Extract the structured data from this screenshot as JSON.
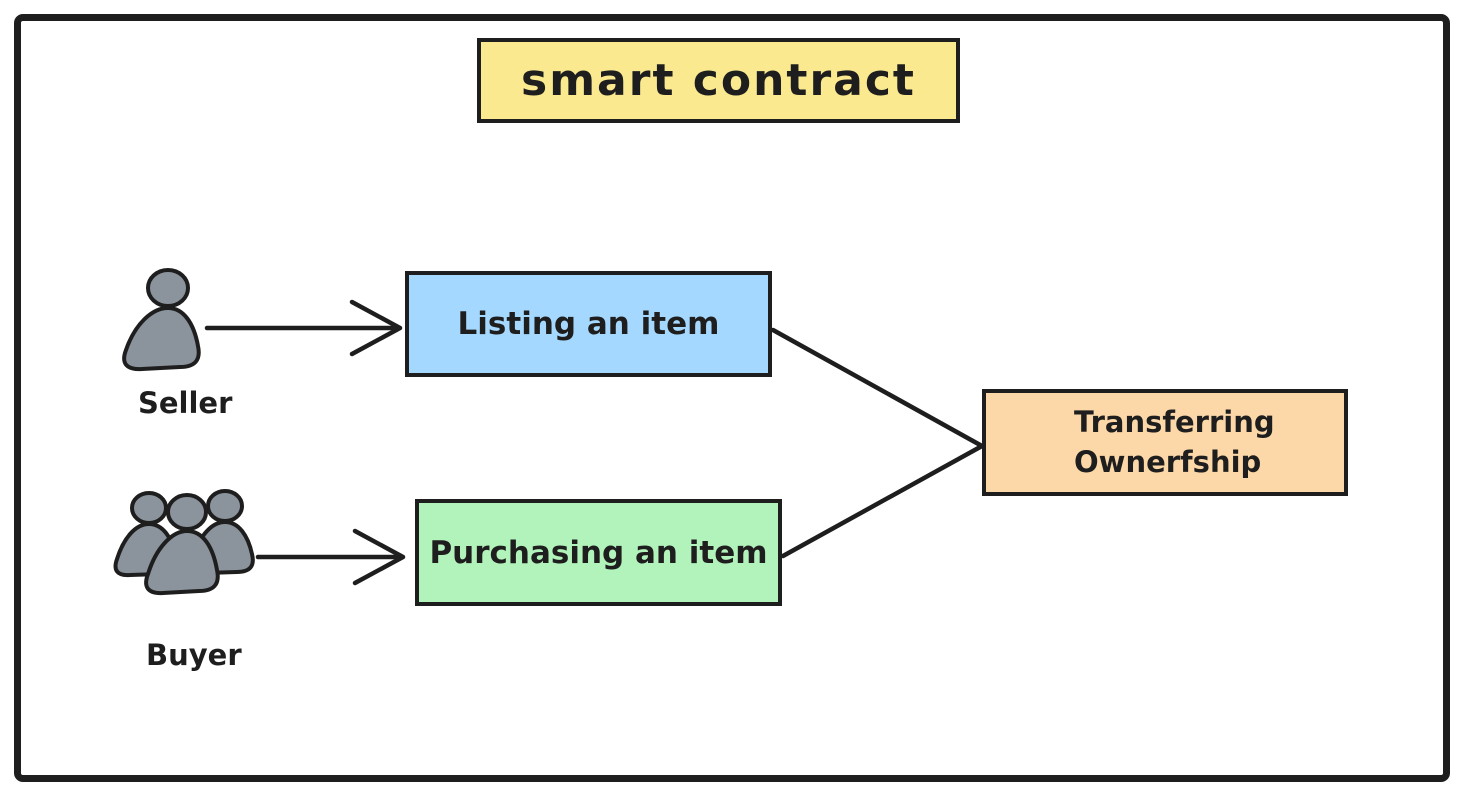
{
  "diagram": {
    "title": "smart contract",
    "actors": [
      {
        "id": "seller",
        "label": "Seller",
        "icon": "person-icon",
        "person_count": 1
      },
      {
        "id": "buyer",
        "label": "Buyer",
        "icon": "people-group-icon",
        "person_count": 3
      }
    ],
    "nodes": [
      {
        "id": "listing",
        "label": "Listing an item"
      },
      {
        "id": "purchasing",
        "label": "Purchasing an item"
      },
      {
        "id": "transferring",
        "label": "Transferring Ownerfship",
        "lines": [
          "Transferring",
          "Ownerfship"
        ]
      }
    ],
    "edges": [
      {
        "from": "Seller",
        "to": "Listing an item",
        "type": "arrow"
      },
      {
        "from": "Buyer",
        "to": "Purchasing an item",
        "type": "arrow"
      },
      {
        "from": "Listing an item",
        "to": "Transferring Ownerfship",
        "type": "line"
      },
      {
        "from": "Purchasing an item",
        "to": "Transferring Ownerfship",
        "type": "line"
      }
    ],
    "colors": {
      "stroke": "#1e1e1e",
      "background": "#ffffff",
      "title_fill": "#fae98f",
      "listing_fill": "#a5d8ff",
      "purchasing_fill": "#b2f2bb",
      "transferring_fill": "#fcd8a8",
      "actor_fill": "#8b939c"
    }
  }
}
